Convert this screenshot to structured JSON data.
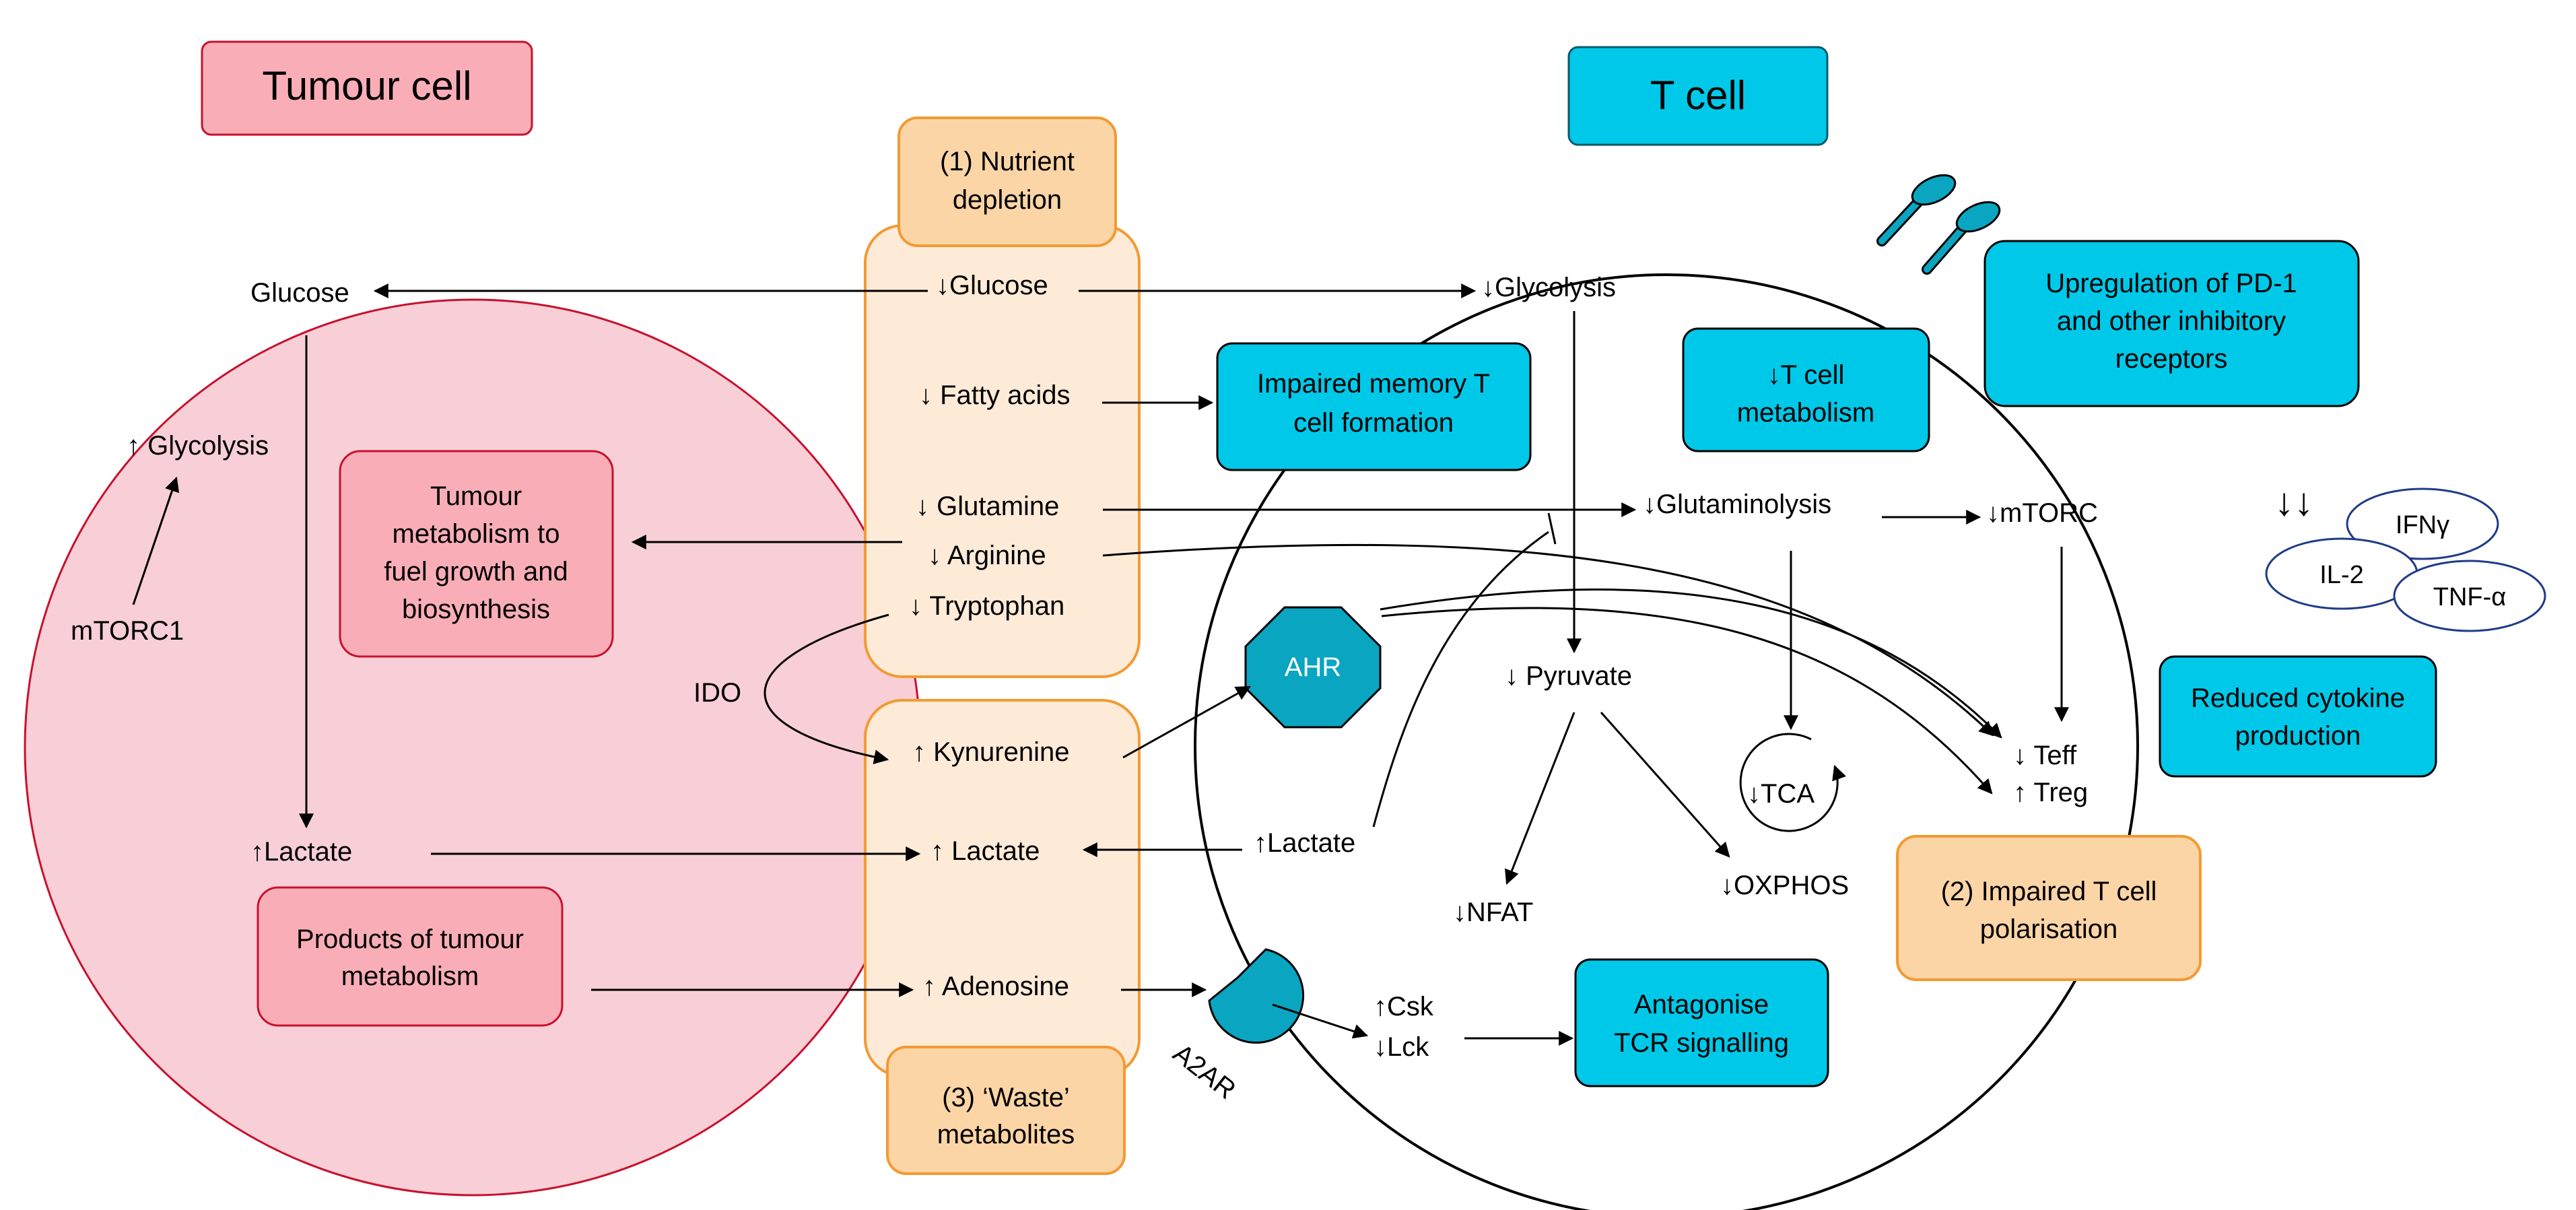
{
  "colors": {
    "tumour_cell_fill": "#f8cfd6",
    "tumour_cell_stroke": "#c8102e",
    "tumour_box_fill": "#f9aeb7",
    "orange_fill": "#fcd5a6",
    "orange_light_fill": "#fdebd8",
    "orange_stroke": "#f39a33",
    "tcell_box_fill": "#00c8e8",
    "teal": "#0aa5c0",
    "line": "#000000",
    "cytokine_stroke": "#1f3c88"
  },
  "titles": {
    "tumour_cell": "Tumour cell",
    "t_cell": "T cell"
  },
  "mechanisms": {
    "nutrient_depletion": [
      "(1) Nutrient",
      "depletion"
    ],
    "impaired_polarisation": [
      "(2) Impaired T cell",
      "polarisation"
    ],
    "waste_metabolites": [
      "(3) ‘Waste’",
      "metabolites"
    ]
  },
  "tumour": {
    "glucose": "Glucose",
    "glycolysis": "↑ Glycolysis",
    "mtorc1": "mTORC1",
    "lactate": "↑Lactate",
    "metabolism_box": [
      "Tumour",
      "metabolism to",
      "fuel growth and",
      "biosynthesis"
    ],
    "products_box": [
      "Products of tumour",
      "metabolism"
    ]
  },
  "nutrients": {
    "glucose": "↓Glucose",
    "fatty_acids": "↓ Fatty acids",
    "glutamine": "↓ Glutamine",
    "arginine": "↓ Arginine",
    "tryptophan": "↓ Tryptophan"
  },
  "ido": "IDO",
  "waste": {
    "kynurenine": "↑ Kynurenine",
    "lactate": "↑ Lactate",
    "adenosine": "↑ Adenosine"
  },
  "receptors": {
    "ahr": "AHR",
    "a2ar": "A2AR"
  },
  "tcell": {
    "glycolysis": "↓Glycolysis",
    "glutaminolysis": "↓Glutaminolysis",
    "mtorc": "↓mTORC",
    "pyruvate": "↓ Pyruvate",
    "tca": "↓TCA",
    "oxphos": "↓OXPHOS",
    "nfat": "↓NFAT",
    "lactate": "↑Lactate",
    "csk": "↑Csk",
    "lck": "↓Lck",
    "teff": "↓ Teff",
    "treg": "↑ Treg",
    "impaired_memory_box": [
      "Impaired memory T",
      "cell formation"
    ],
    "metabolism_box": [
      "↓T cell",
      "metabolism"
    ],
    "pd1_box": [
      "Upregulation of PD-1",
      "and other inhibitory",
      "receptors"
    ],
    "antagonise_box": [
      "Antagonise",
      "TCR signalling"
    ],
    "cytokine_box": [
      "Reduced cytokine",
      "production"
    ]
  },
  "cytokines": {
    "arrows": "↓↓",
    "ifng": "IFNγ",
    "il2": "IL-2",
    "tnfa": "TNF-α"
  }
}
